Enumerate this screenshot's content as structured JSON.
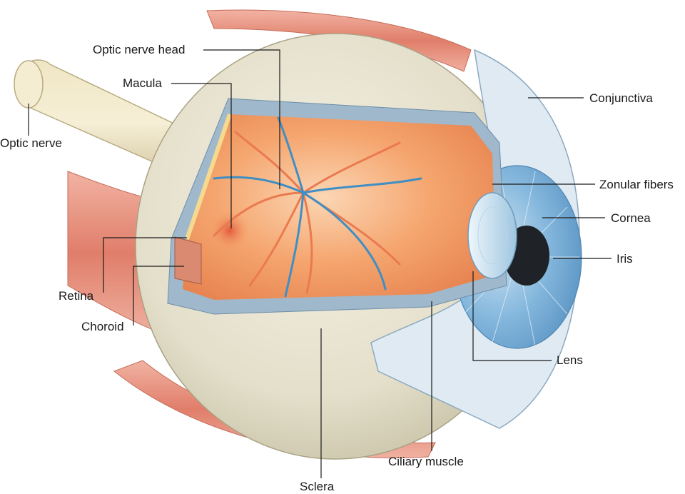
{
  "diagram": {
    "labels": {
      "optic_nerve_head": "Optic nerve head",
      "macula": "Macula",
      "optic_nerve": "Optic nerve",
      "retina": "Retina",
      "choroid": "Choroid",
      "sclera": "Sclera",
      "ciliary_muscle": "Ciliary muscle",
      "lens": "Lens",
      "iris": "Iris",
      "cornea": "Cornea",
      "zonular_fibers": "Zonular fibers",
      "conjunctiva": "Conjunctiva"
    },
    "colors": {
      "sclera": "#e7e2cf",
      "fundus": "#f4a36c",
      "vessel_artery": "#e8744a",
      "vessel_vein": "#3f8fc4",
      "muscle": "#e58c7a",
      "iris": "#7fb3d9",
      "conjunctiva": "#dde9f2"
    }
  }
}
